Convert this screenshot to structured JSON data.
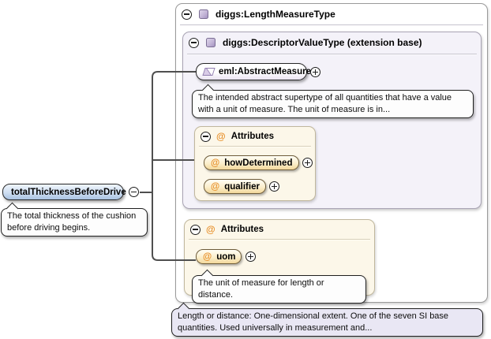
{
  "element_pill": {
    "name": "totalThicknessBeforeDrive",
    "doc": "The total thickness of the cushion before driving begins."
  },
  "type_panel": {
    "title": "diggs:LengthMeasureType",
    "doc_tooltip": "Length or distance: One-dimensional extent. One of the seven SI base quantities. Used universally in measurement and...",
    "extension_panel": {
      "title": "diggs:DescriptorValueType (extension base)",
      "element": {
        "name": "eml:AbstractMeasure",
        "doc": "The intended abstract supertype of all quantities that have a value with a unit of measure. The unit of measure is in..."
      },
      "attributes_panel": {
        "title": "Attributes",
        "attrs": [
          {
            "name": "howDetermined"
          },
          {
            "name": "qualifier"
          }
        ]
      }
    },
    "attributes_panel": {
      "title": "Attributes",
      "attrs": [
        {
          "name": "uom"
        }
      ],
      "attr_doc": "The unit of measure for length or distance."
    }
  },
  "icons": {
    "at": "@"
  },
  "colors": {
    "accent_purple": "#b3a3c9",
    "accent_orange": "#e8912c",
    "attr_fill": "#f2d79b",
    "element_fill": "#a9c2e2",
    "panel_lavender": "#f4f2f9",
    "panel_cream": "#fcf7e9",
    "tooltip_lavender": "#e9e7f4",
    "line": "#4f4f4f"
  }
}
